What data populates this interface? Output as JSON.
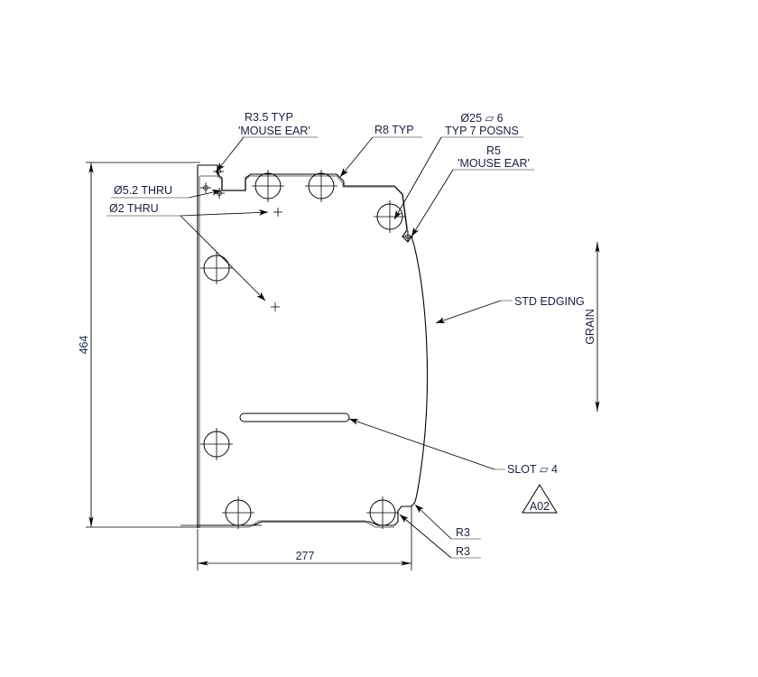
{
  "drawing": {
    "type": "engineering-part-drawing",
    "background_color": "#ffffff",
    "line_color": "#000000",
    "edge_highlight_color": "#9a9a9a"
  },
  "annotations": {
    "r35_mouse_ear_line1": "R3.5 TYP",
    "r35_mouse_ear_line2": "'MOUSE EAR'",
    "r8_typ": "R8 TYP",
    "dia25_line1": "Ø25 ⏥ 6",
    "dia25_line2": "TYP 7 POSNS",
    "r5_line1": "R5",
    "r5_line2": "'MOUSE EAR'",
    "dia52_thru": "Ø5.2 THRU",
    "dia2_thru": "Ø2 THRU",
    "std_edging": "STD EDGING",
    "slot_depth": "SLOT ⏥ 4",
    "grain": "GRAIN",
    "r3_upper": "R3",
    "r3_lower": "R3",
    "detail_flag": "A02"
  },
  "dimensions": {
    "vertical_height": "464",
    "horizontal_width": "277"
  },
  "chart_data": {
    "type": "table",
    "title": "Sheet metal panel outline",
    "features": [
      {
        "name": "overall-height",
        "value": 464,
        "unit": "mm"
      },
      {
        "name": "overall-width",
        "value": 277,
        "unit": "mm"
      },
      {
        "name": "large-hole-diameter",
        "value": 25,
        "unit": "mm",
        "depth": 6,
        "count": 7
      },
      {
        "name": "pilot-hole-diameter",
        "value": 5.2,
        "unit": "mm",
        "through": true
      },
      {
        "name": "small-hole-diameter",
        "value": 2,
        "unit": "mm",
        "through": true
      },
      {
        "name": "mouse-ear-radius-top",
        "value": 3.5,
        "unit": "mm"
      },
      {
        "name": "mouse-ear-radius-right",
        "value": 5,
        "unit": "mm"
      },
      {
        "name": "fillet-radius-typical",
        "value": 8,
        "unit": "mm"
      },
      {
        "name": "corner-radius-lower",
        "value": 3,
        "unit": "mm"
      },
      {
        "name": "slot-depth",
        "value": 4,
        "unit": "mm"
      }
    ]
  }
}
